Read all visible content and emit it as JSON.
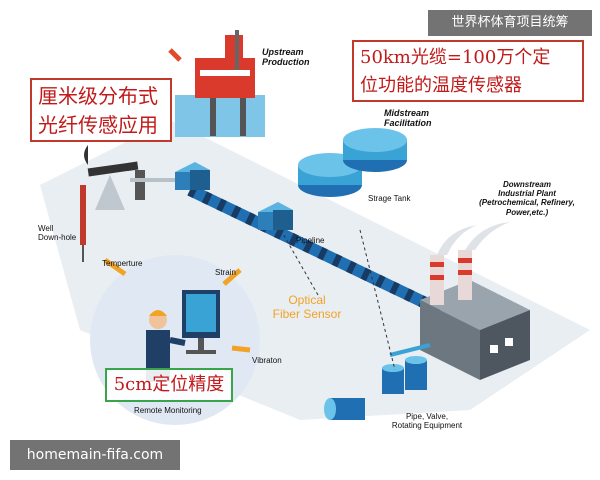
{
  "watermark_top": "世界杯体育项目统筹",
  "watermark_bottom": "homemain-fifa.com",
  "callouts": {
    "left_line1": "厘米级分布式",
    "left_line2": "光纤传感应用",
    "right_line1": "50km光缆=100万个定",
    "right_line2": "位功能的温度传感器",
    "precision": "5cm定位精度"
  },
  "labels": {
    "upstream_1": "Upstream",
    "upstream_2": "Production",
    "midstream_1": "Midstream",
    "midstream_2": "Facilitation",
    "downstream_1": "Downstream",
    "downstream_2": "Industrial Plant",
    "downstream_3": "(Petrochemical, Refinery,",
    "downstream_4": "Power,etc.)",
    "storage_tank": "Strage Tank",
    "pipeline": "Pipeline",
    "well_1": "Well",
    "well_2": "Down-hole",
    "temperature": "Temperture",
    "strain": "Strain",
    "vibration": "Vibraton",
    "remote_monitoring": "Remote Monitoring",
    "optical_1": "Optical",
    "optical_2": "Fiber Sensor",
    "equipment_1": "Pipe, Valve,",
    "equipment_2": "Rotating Equipment"
  },
  "colors": {
    "pipe_blue": "#1f6fb2",
    "tank_blue": "#3aa3d6",
    "callout_red": "#c21a1a",
    "callout_green": "#39a54a",
    "optical_orange": "#f2a325",
    "platform_red": "#d93a2b"
  }
}
